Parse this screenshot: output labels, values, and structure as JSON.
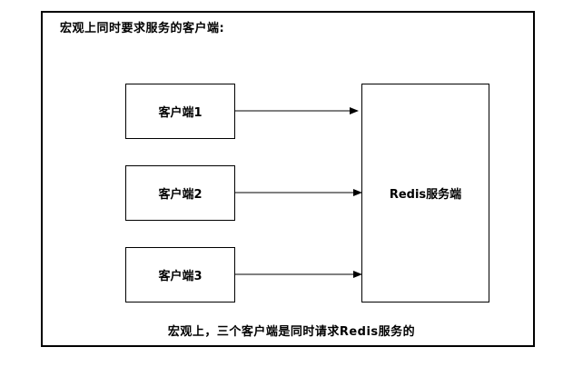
{
  "title": "宏观上同时要求服务的客户端:",
  "clients": [
    {
      "label": "客户端1"
    },
    {
      "label": "客户端2"
    },
    {
      "label": "客户端3"
    }
  ],
  "server": {
    "label": "Redis服务端"
  },
  "caption": "宏观上，三个客户端是同时请求Redis服务的"
}
